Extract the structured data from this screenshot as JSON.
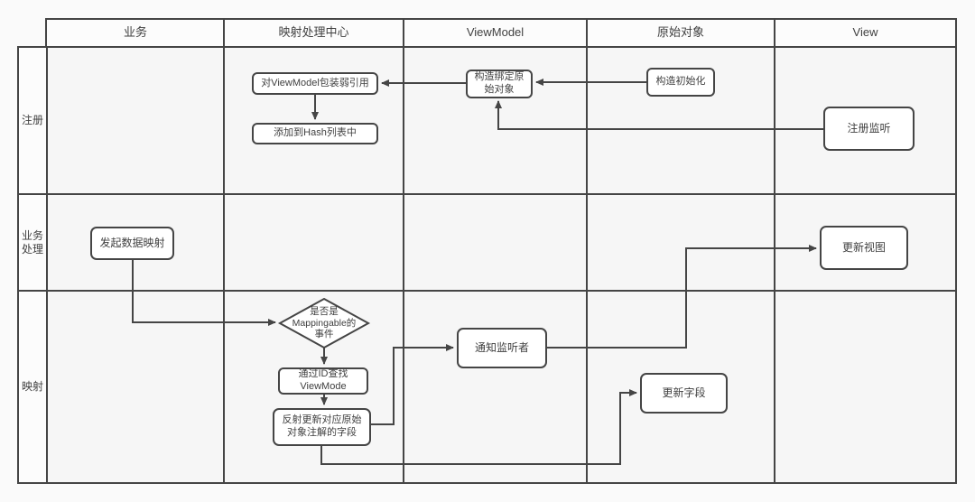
{
  "header": {
    "columns": [
      "业务",
      "映射处理中心",
      "ViewModel",
      "原始对象",
      "View"
    ]
  },
  "rows": [
    "注册",
    "业务处理",
    "映射"
  ],
  "nodes": {
    "wrap_weakref": "对ViewModel包装弱引用",
    "add_to_hash": "添加到Hash列表中",
    "construct_bind_origin": "构造绑定原\n始对象",
    "construct_init": "构造初始化",
    "register_listener": "注册监听",
    "initiate_mapping": "发起数据映射",
    "update_view": "更新视图",
    "is_mappingable_decision": "是否是\nMappingable的\n事件",
    "find_viewmode_by_id": "通过ID查找\nViewMode",
    "reflect_update_fields": "反射更新对应原始\n对象注解的字段",
    "notify_listeners": "通知监听者",
    "update_field": "更新字段"
  },
  "colors": {
    "background": "#fafafa",
    "cell_fill": "#f6f6f6",
    "header_fill": "#fcfcfc",
    "line": "#454545",
    "node_fill": "#ffffff",
    "text": "#404040"
  }
}
